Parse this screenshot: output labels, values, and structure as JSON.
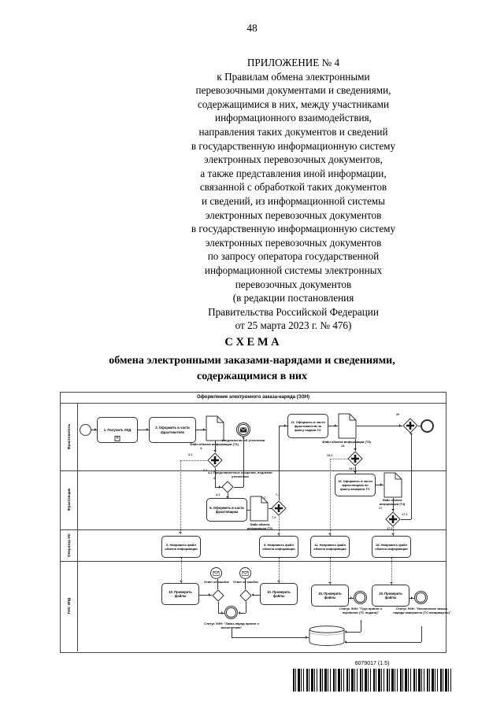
{
  "page": {
    "number": "48",
    "appendix_title": "ПРИЛОЖЕНИЕ № 4",
    "appendix_lines": [
      "к Правилам обмена электронными",
      "перевозочными документами и сведениями,",
      "содержащимися в них, между участниками",
      "информационного взаимодействия,",
      "направления таких документов и сведений",
      "в государственную информационную систему",
      "электронных перевозочных документов,",
      "а также представления иной информации,",
      "связанной с обработкой таких документов",
      "и сведений, из информационной системы",
      "электронных перевозочных документов",
      "в государственную информационную систему",
      "электронных перевозочных документов",
      "по запросу оператора государственной",
      "информационной системы электронных",
      "перевозочных документов",
      "(в редакции постановления",
      "Правительства Российской Федерации",
      "от 25 марта 2023 г. № 476)"
    ],
    "schema_title": "С Х Е М А",
    "schema_subtitle": [
      "обмена электронными заказами-нарядами и сведениями,",
      "содержащимися в них"
    ]
  },
  "diagram": {
    "pool_title": "Оформление электронного заказа-наряда (ЭЗН)",
    "lanes": {
      "lane1": "Фрахтователь",
      "lane2": "Фрахтовщик",
      "lane3": "Оператор ИС",
      "lane4": "ГИС ЭПД"
    },
    "tasks": {
      "t1": "1. Получить УИД",
      "t1_marker": "+",
      "t2": "2. Оформить в части фрахтователя",
      "t5": "5. Оформить в части фрахтовщика",
      "t6": "6. Направить файл обмена информации",
      "t8": "8. Направить файл обмена информации",
      "t10a": "10. Проверить файлы",
      "t10b": "10. Проверить файлы",
      "t12": "12. Оформить в части фрахтователя по факту подачи ТС",
      "t14": "14. Направить файл обмена информации",
      "t15": "15. Проверить файлы",
      "t16": "16. Оформить в части фрахтовщика по факту возврата ТС",
      "t18": "18. Направить файл обмена информации",
      "t19": "19. Проверить файлы"
    },
    "documents": {
      "d1": "Файл обмена информации (Т1)",
      "d2": "Файл обмена информации (Т2)",
      "d3": "Файл обмена информации (Т3)",
      "d4": "Файл обмена информации (Т4)"
    },
    "events": {
      "notice": "Уведомление об уточнении",
      "err1": "Ответ об ошибке",
      "err2": "Ответ об ошибке",
      "status1": "Статус ЭЗН: \"Заказ-наряд принят к исполнению\"",
      "status2": "Статус ЭЗН: \"Груз принят к перевозке (ТС подано)\"",
      "status3": "Статус ЭЗН: \"Исполнение заказа-наряда завершено (ТС возвращено)\""
    },
    "annotations": {
      "a42": "4.2 Представленные сведения, подлежат уточнению"
    },
    "gateway_labels": {
      "g3": "3.",
      "g3_1": "3.1",
      "g3_2": "3.2",
      "g4": "4.",
      "g4_1": "4.1",
      "g7": "7.",
      "g7_1": "7.1",
      "g7_2": "7.2",
      "g13": "13.",
      "g13_1": "13.1",
      "g13_2": "13.2",
      "g17": "17",
      "g17_1": "17.1",
      "g17_2": "17.2",
      "g20": "20"
    }
  },
  "footer": {
    "barcode_text": "6079017 (1.5)"
  }
}
